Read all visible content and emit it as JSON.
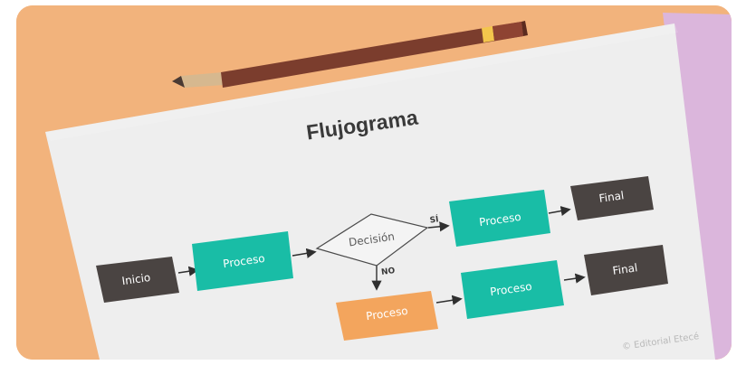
{
  "diagram": {
    "title": "Flujograma",
    "nodes": {
      "start": "Inicio",
      "process_1": "Proceso",
      "decision": "Decisión",
      "process_yes": "Proceso",
      "final_yes": "Final",
      "process_no": "Proceso",
      "process_no_2": "Proceso",
      "final_no": "Final"
    },
    "edge_labels": {
      "yes": "SÍ",
      "no": "NO"
    },
    "credit": "© Editorial Etecé"
  },
  "colors": {
    "background": "#f2b37c",
    "paper": "#eeeeee",
    "pink_paper": "#dbb6dc",
    "terminal": "#4a4442",
    "process": "#19bda6",
    "process_alt": "#f3a55d",
    "decision_fill": "#f4f4f4",
    "text_dark": "#3a3a3a"
  }
}
